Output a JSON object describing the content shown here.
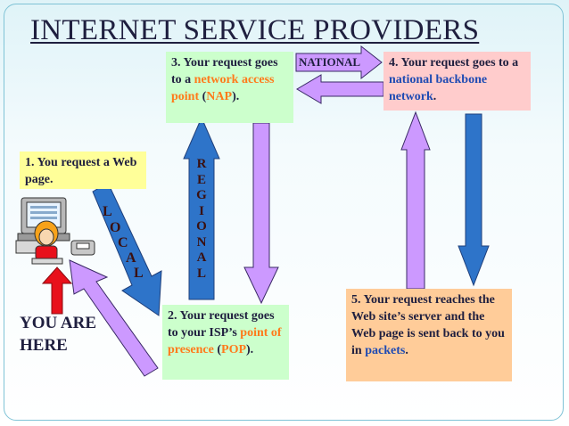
{
  "title": "INTERNET SERVICE PROVIDERS",
  "step1": {
    "text": "1.  You request a Web page."
  },
  "step2": {
    "pre": "2.  Your request goes to your ISP’s ",
    "highlight": "point of presence",
    "mid": " (",
    "abbr": "POP",
    "post": ")."
  },
  "step3": {
    "pre": "3.  Your request goes to a ",
    "highlight": "network access point",
    "mid": " (",
    "abbr": "NAP",
    "post": ")."
  },
  "step4": {
    "pre": "4.  Your request goes to a ",
    "highlight": "national backbone network",
    "post": "."
  },
  "step5": {
    "pre": "5.  Your request reaches the Web site’s server and the Web page is sent back to you in ",
    "highlight": "packets",
    "post": "."
  },
  "you_are_here": {
    "line1": "YOU ARE",
    "line2": "HERE"
  },
  "labels": {
    "local": [
      "L",
      "O",
      "C",
      "A",
      "L"
    ],
    "regional": [
      "R",
      "E",
      "G",
      "I",
      "O",
      "N",
      "A",
      "L"
    ],
    "national": "NATIONAL"
  },
  "colors": {
    "blue_arrow": "#2e74c9",
    "violet_arrow": "#cc99ff",
    "red_arrow": "#e8101b",
    "highlight_orange": "#ff7a1a",
    "highlight_blue": "#1f4bb3"
  }
}
